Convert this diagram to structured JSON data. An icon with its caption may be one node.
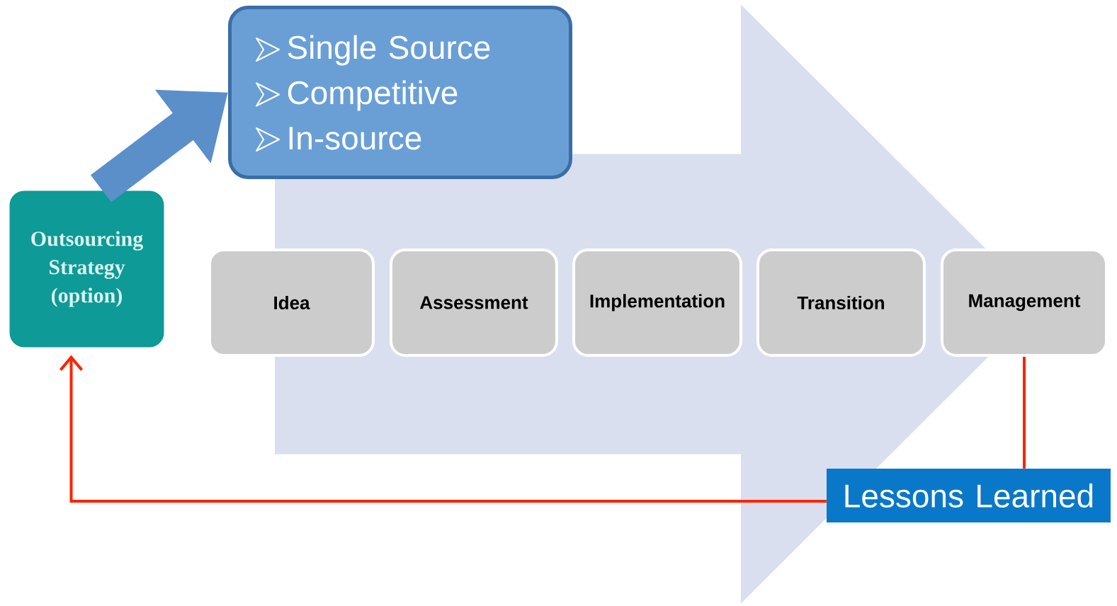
{
  "diagram": {
    "nodes": [
      {
        "text": [
          "Outsourcing Strategy (option)"
        ]
      },
      {
        "text": [
          "Single Source",
          "Competitive",
          "In-source"
        ]
      },
      {
        "text": [
          "Idea"
        ]
      },
      {
        "text": [
          "Assessment"
        ]
      },
      {
        "text": [
          "Implementation"
        ]
      },
      {
        "text": [
          "Transition"
        ]
      },
      {
        "text": [
          "Management"
        ]
      },
      {
        "text": [
          "Lessons Learned"
        ]
      }
    ],
    "edges": [
      {
        "from": 0,
        "to": 1,
        "arrow": "to",
        "style": "thick",
        "color": "#5b8fc9"
      },
      {
        "from": 6,
        "to": 7,
        "arrow": "none",
        "color": "#ff2200"
      },
      {
        "from": 7,
        "to": 0,
        "arrow": "to",
        "color": "#ff2200"
      },
      {
        "from": 2,
        "to": 6,
        "arrow": "to",
        "style": "thick",
        "color": "#d9dfee"
      }
    ]
  }
}
